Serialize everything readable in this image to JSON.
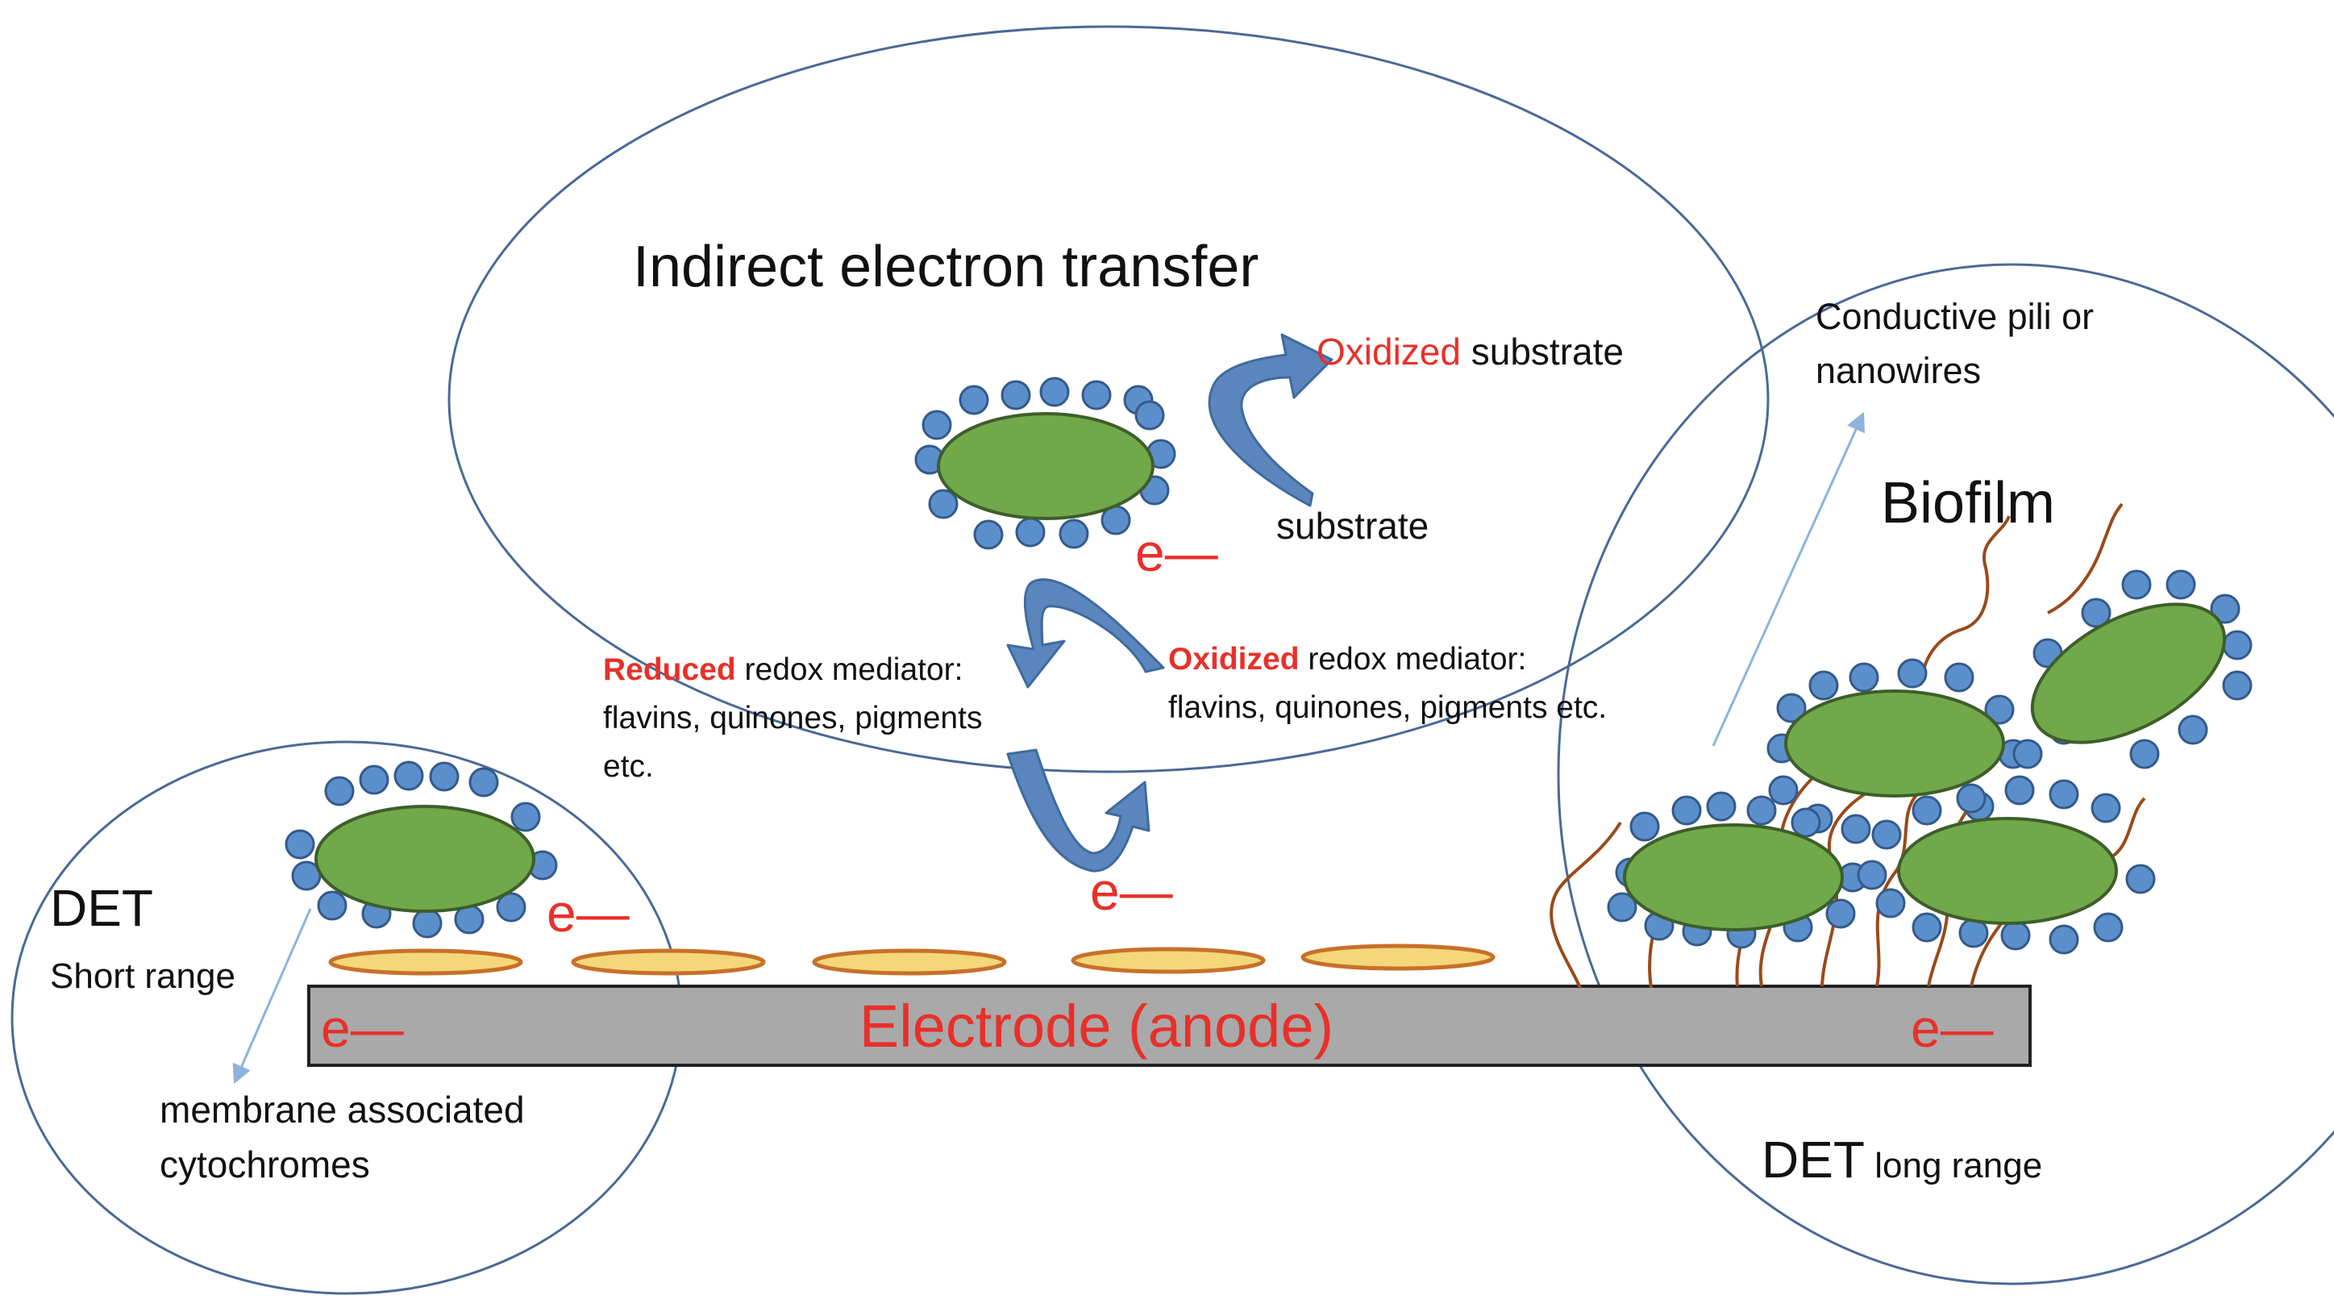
{
  "labels": {
    "indirect_title": "Indirect electron transfer",
    "oxidized_word": "Oxidized",
    "substrate_suffix": " substrate",
    "substrate": "substrate",
    "reduced_word": "Reduced",
    "reduced_rest": " redox mediator:",
    "reduced_line2": "flavins, quinones, pigments",
    "reduced_line3": "etc.",
    "oxidized_mediator_word": "Oxidized",
    "oxidized_mediator_rest": " redox mediator:",
    "oxidized_mediator_line2": "flavins, quinones, pigments etc.",
    "pili_line1": "Conductive pili or",
    "pili_line2": "nanowires",
    "biofilm": "Biofilm",
    "det": "DET",
    "short_range": "Short range",
    "membrane_line1": "membrane associated",
    "membrane_line2": "cytochromes",
    "det_long": "DET",
    "long_range": " long range",
    "electrode": "Electrode (anode)",
    "electron": "e—"
  },
  "colors": {
    "red": "#e8302a",
    "outline_blue": "#4a6a96",
    "cell_green": "#70a84a",
    "cell_stroke": "#3e5e2a",
    "sphere_blue": "#5b8fcc",
    "sphere_stroke": "#345a8a",
    "electrode_gray": "#a9a9a9",
    "arrow_blue": "#5a86bd",
    "pili_brown": "#9a4a1a",
    "film_yellow": "#f3d77a",
    "film_orange": "#c8702a",
    "thin_arrow": "#8fb3dd"
  }
}
